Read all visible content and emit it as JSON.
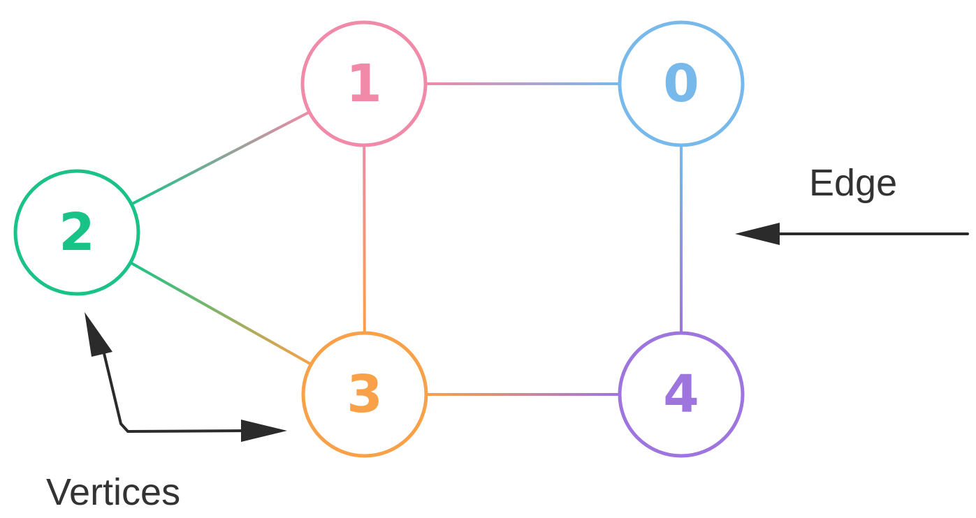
{
  "diagram": {
    "nodes": [
      {
        "id": "0",
        "label": "0",
        "color": "#78B9EC"
      },
      {
        "id": "1",
        "label": "1",
        "color": "#F08AA8"
      },
      {
        "id": "2",
        "label": "2",
        "color": "#19C387"
      },
      {
        "id": "3",
        "label": "3",
        "color": "#F8A148"
      },
      {
        "id": "4",
        "label": "4",
        "color": "#9E74DF"
      }
    ],
    "edges": [
      {
        "from": "1",
        "to": "0"
      },
      {
        "from": "2",
        "to": "1"
      },
      {
        "from": "1",
        "to": "3"
      },
      {
        "from": "0",
        "to": "4"
      },
      {
        "from": "2",
        "to": "3"
      },
      {
        "from": "3",
        "to": "4"
      }
    ],
    "annotations": {
      "edge_label": "Edge",
      "vertices_label": "Vertices",
      "arrow_color": "#2b2b2b"
    }
  }
}
